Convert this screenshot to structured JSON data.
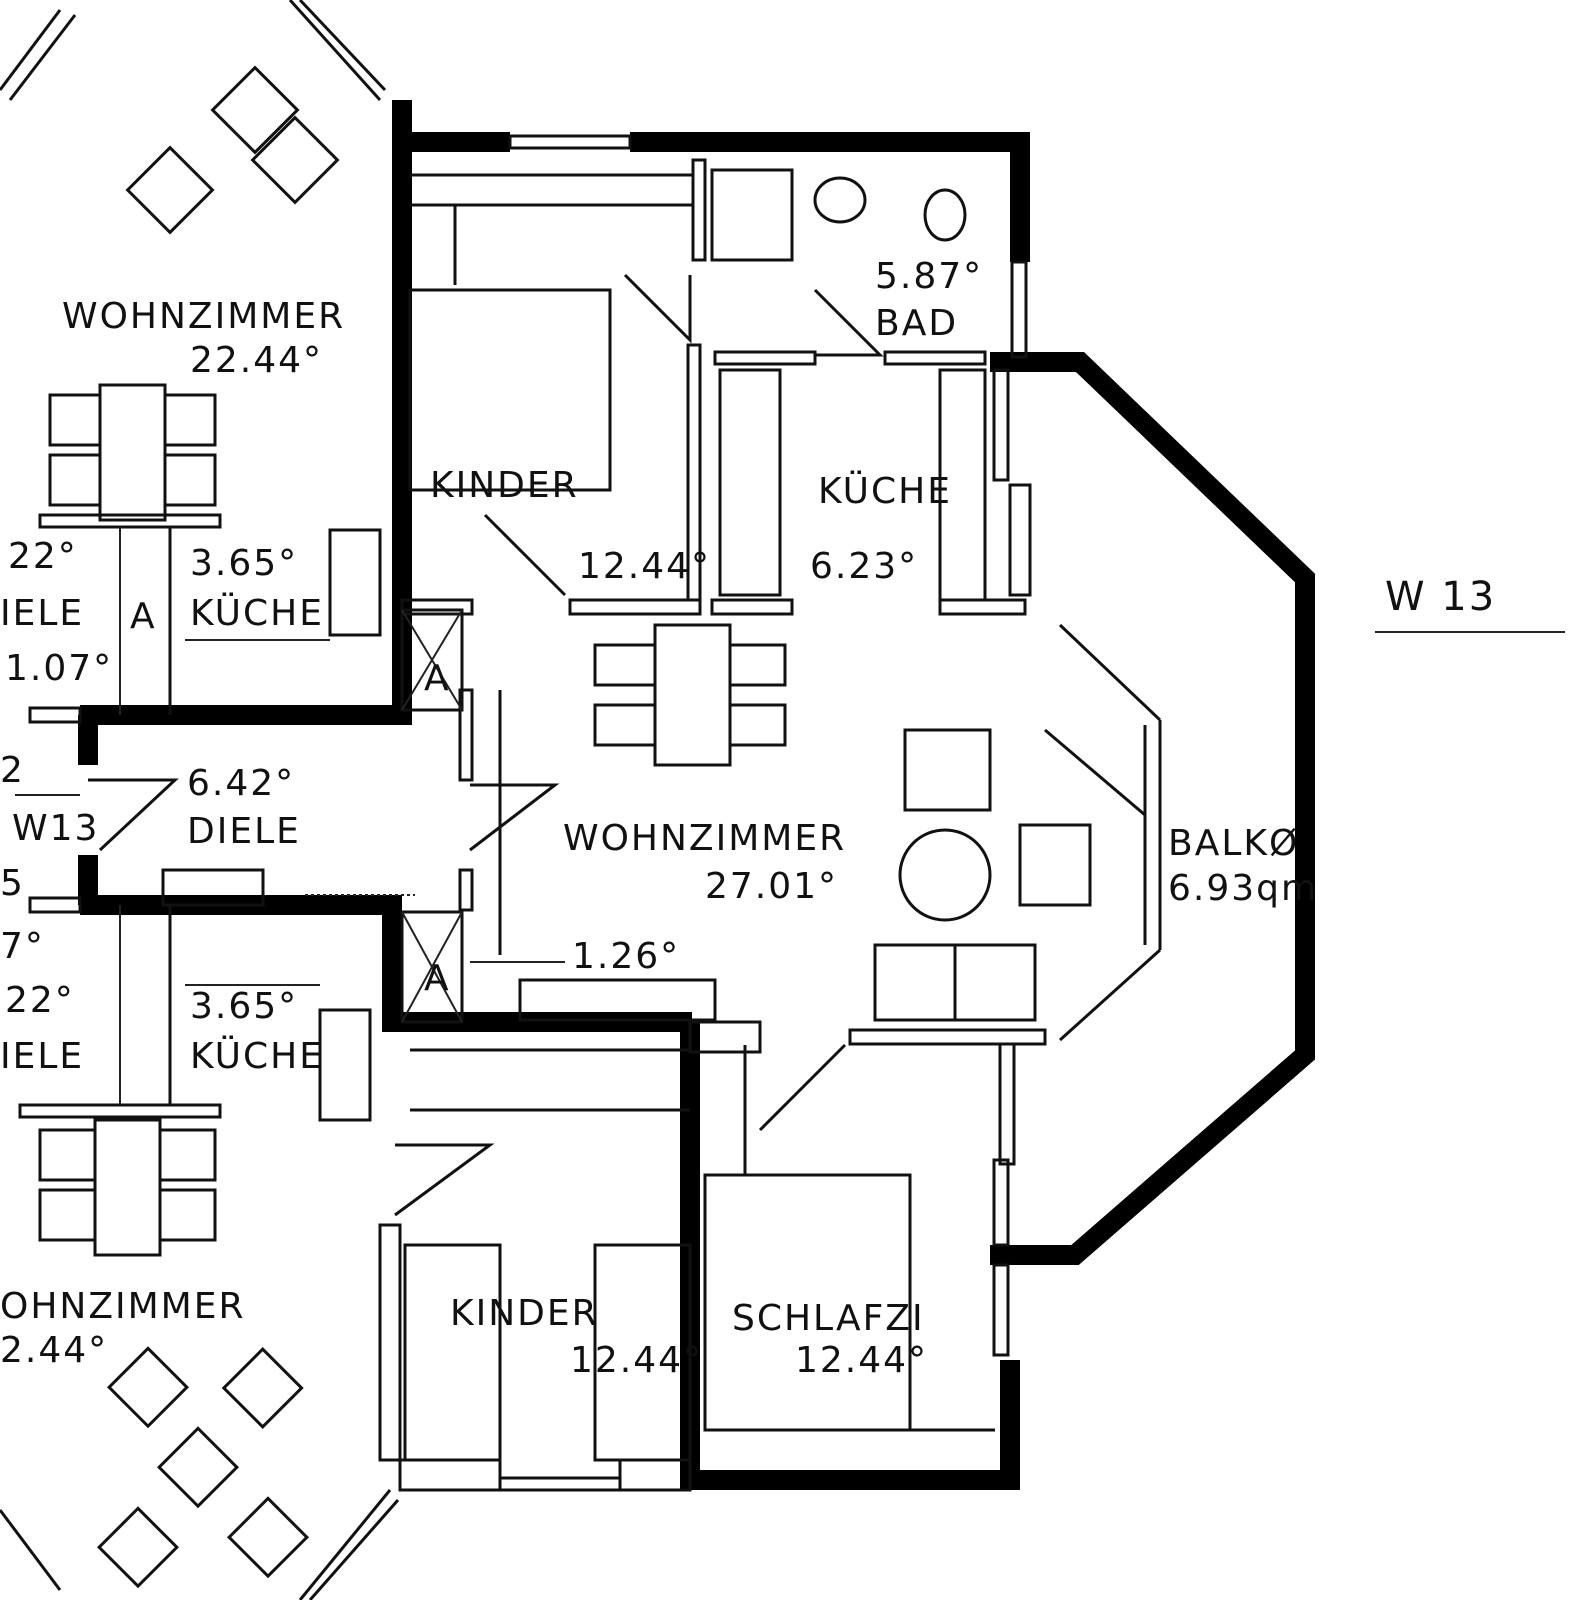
{
  "plan": {
    "unit_label": "W 13",
    "unit_label_small": "W13",
    "rooms": {
      "bad": {
        "name": "BAD",
        "area": "5.87°"
      },
      "kinder_top": {
        "name": "KINDER",
        "area": "12.44°"
      },
      "kueche": {
        "name": "KÜCHE",
        "area": "6.23°"
      },
      "wohnzimmer": {
        "name": "WOHNZIMMER",
        "area": "27.01°"
      },
      "balkon": {
        "name": "BALKØ",
        "area": "6.93qm"
      },
      "diele": {
        "name": "DIELE",
        "area": "6.42°"
      },
      "abstell": {
        "area": "1.26°"
      },
      "kinder_bottom": {
        "name": "KINDER",
        "area": "12.44°"
      },
      "schlafzimmer": {
        "name": "SCHLAFZI",
        "area": "12.44°"
      },
      "storage_mark": "A"
    },
    "neighbors": {
      "wohnzimmer_top": {
        "name": "WOHNZIMMER",
        "area": "22.44°"
      },
      "kueche_top": {
        "name": "KÜCHE",
        "area": "3.65°"
      },
      "diele_top": {
        "name": "IELE",
        "area": "22°",
        "extra": "1.07°"
      },
      "kueche_bottom": {
        "name": "KÜCHE",
        "area": "3.65°"
      },
      "diele_bottom": {
        "name": "IELE",
        "area": "22°",
        "extra": "7°"
      },
      "wohnzimmer_bottom": {
        "name": "OHNZIMMER",
        "area": "2.44°"
      },
      "side_marks": [
        "2",
        "5"
      ]
    }
  }
}
